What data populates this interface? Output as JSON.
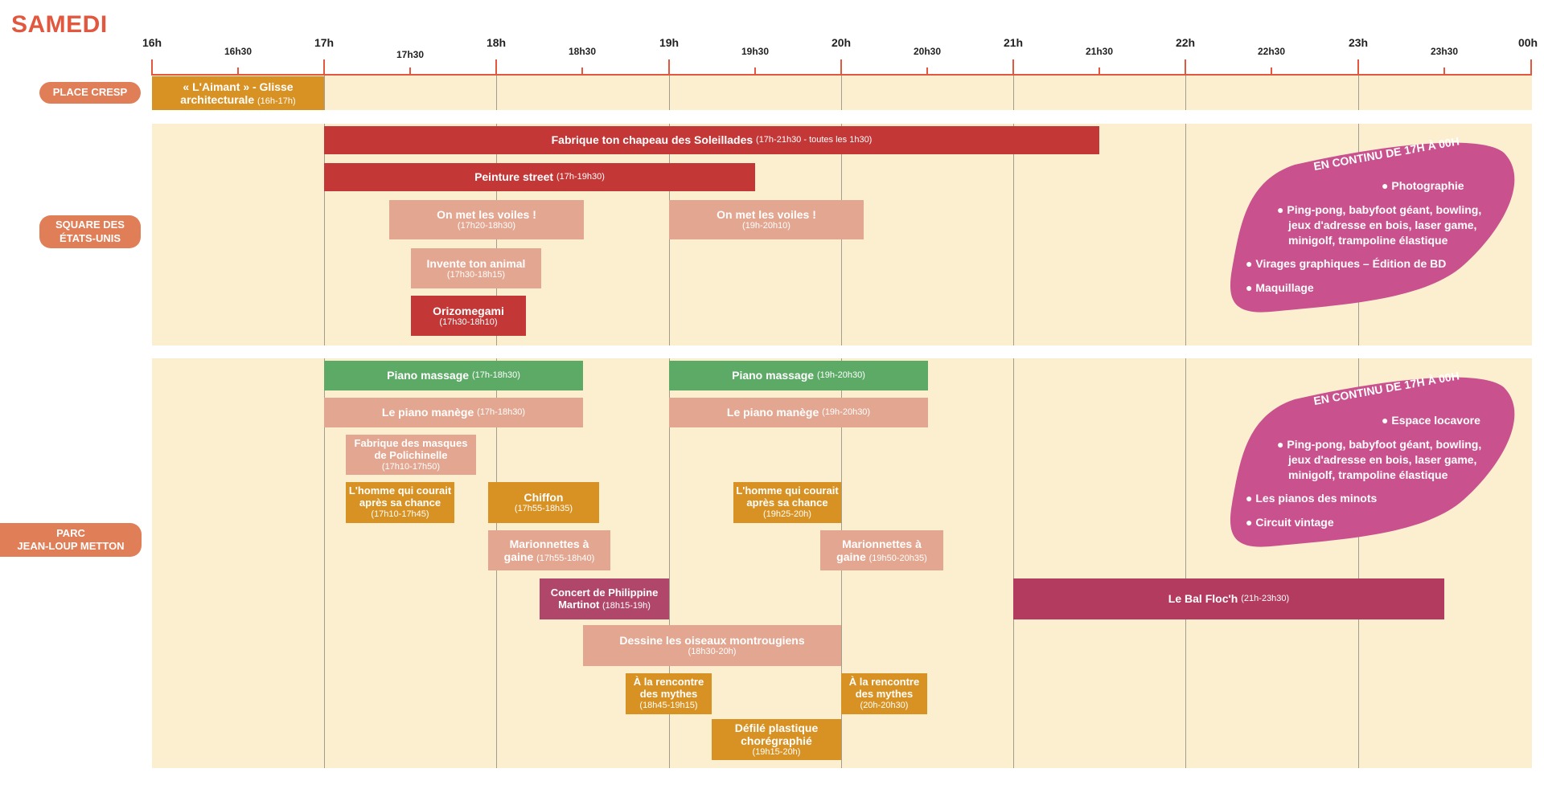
{
  "title": "SAMEDI",
  "colors": {
    "accent": "#e2583f",
    "background_band": "#fcefd0",
    "red": "#c43737",
    "salmon": "#e3a690",
    "green": "#5daa67",
    "orange": "#d89224",
    "plum": "#b0466a",
    "continuous_blob": "#c9518e"
  },
  "timeline": {
    "hours": [
      "16h",
      "17h",
      "18h",
      "19h",
      "20h",
      "21h",
      "22h",
      "23h",
      "00h"
    ],
    "halves": [
      "16h30",
      "17h30",
      "18h30",
      "19h30",
      "20h30",
      "21h30",
      "22h30",
      "23h30"
    ]
  },
  "venues": {
    "place_cresp": "PLACE CRESP",
    "square_line1": "SQUARE DES",
    "square_line2": "ÉTATS-UNIS",
    "parc_line1": "PARC",
    "parc_line2": "JEAN-LOUP METTON"
  },
  "events": {
    "aimant_title1": "« L'Aimant » - Glisse",
    "aimant_title2": "architecturale",
    "aimant_time": "(16h-17h)",
    "chapeau_title": "Fabrique ton chapeau des Soleillades",
    "chapeau_time": "(17h-21h30 - toutes les 1h30)",
    "peinture_title": "Peinture street",
    "peinture_time": "(17h-19h30)",
    "voiles1_title": "On met les voiles !",
    "voiles1_time": "(17h20-18h30)",
    "voiles2_title": "On met les voiles !",
    "voiles2_time": "(19h-20h10)",
    "animal_title": "Invente ton animal",
    "animal_time": "(17h30-18h15)",
    "orizo_title": "Orizomegami",
    "orizo_time": "(17h30-18h10)",
    "piano1_title": "Piano massage",
    "piano1_time": "(17h-18h30)",
    "piano2_title": "Piano massage",
    "piano2_time": "(19h-20h30)",
    "manege1_title": "Le piano manège",
    "manege1_time": "(17h-18h30)",
    "manege2_title": "Le piano manège",
    "manege2_time": "(19h-20h30)",
    "masques_title1": "Fabrique des masques",
    "masques_title2": "de Polichinelle",
    "masques_time": "(17h10-17h50)",
    "homme1_title1": "L'homme qui courait",
    "homme1_title2": "après sa chance",
    "homme1_time": "(17h10-17h45)",
    "chiffon_title": "Chiffon",
    "chiffon_time": "(17h55-18h35)",
    "homme2_title1": "L'homme qui courait",
    "homme2_title2": "après sa chance",
    "homme2_time": "(19h25-20h)",
    "mario1_title1": "Marionnettes à",
    "mario1_title2": "gaine",
    "mario1_time": "(17h55-18h40)",
    "mario2_title1": "Marionnettes à",
    "mario2_title2": "gaine",
    "mario2_time": "(19h50-20h35)",
    "concert_title1": "Concert de Philippine",
    "concert_title2": "Martinot",
    "concert_time": "(18h15-19h)",
    "bal_title": "Le Bal Floc'h",
    "bal_time": "(21h-23h30)",
    "oiseaux_title": "Dessine les oiseaux montrougiens",
    "oiseaux_time": "(18h30-20h)",
    "mythes1_title1": "À la rencontre",
    "mythes1_title2": "des mythes",
    "mythes1_time": "(18h45-19h15)",
    "mythes2_title1": "À la rencontre",
    "mythes2_title2": "des mythes",
    "mythes2_time": "(20h-20h30)",
    "defile_title1": "Défilé plastique",
    "defile_title2": "chorégraphié",
    "defile_time": "(19h15-20h)"
  },
  "continuous": {
    "square": {
      "title": "EN CONTINU DE 17H À 00H",
      "items": [
        "Photographie",
        "Ping-pong, babyfoot géant, bowling,",
        "jeux d'adresse en bois, laser game,",
        "minigolf, trampoline élastique",
        "Virages graphiques – Édition de BD",
        "Maquillage"
      ]
    },
    "parc": {
      "title": "EN CONTINU DE 17H À 00H",
      "items": [
        "Espace locavore",
        "Ping-pong, babyfoot géant, bowling,",
        "jeux d'adresse en bois, laser game,",
        "minigolf, trampoline élastique",
        "Les pianos des minots",
        "Circuit vintage"
      ]
    }
  },
  "bullet_char": "●"
}
